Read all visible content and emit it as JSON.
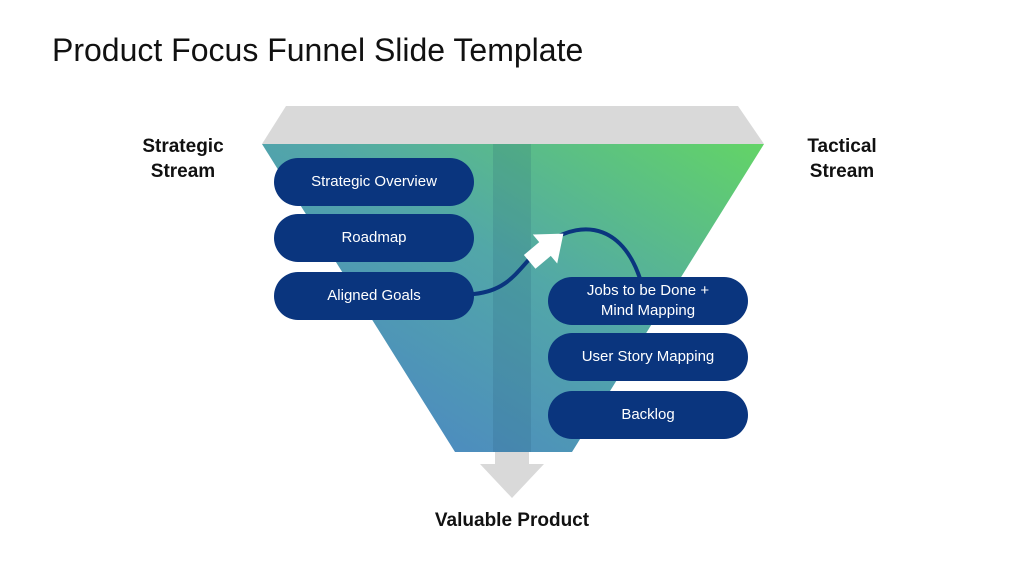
{
  "slide": {
    "title": "Product Focus Funnel Slide Template"
  },
  "streams": {
    "strategic": [
      "Strategic",
      "Stream"
    ],
    "tactical": [
      "Tactical",
      "Stream"
    ]
  },
  "strategic_items": [
    "Strategic Overview",
    "Roadmap",
    "Aligned Goals"
  ],
  "tactical_items": [
    [
      "Jobs to be Done +",
      "Mind Mapping"
    ],
    [
      "User Story Mapping"
    ],
    [
      "Backlog"
    ]
  ],
  "output": {
    "label": "Valuable Product"
  },
  "colors": {
    "pill": "#0a357e",
    "funnel_top": "#d9d9d9",
    "gradient_blue": "#4a80c8",
    "gradient_green": "#5fd06a",
    "arrow": "#d9d9d9"
  },
  "icons": [
    "curved-arrow-icon",
    "down-arrow-icon"
  ]
}
